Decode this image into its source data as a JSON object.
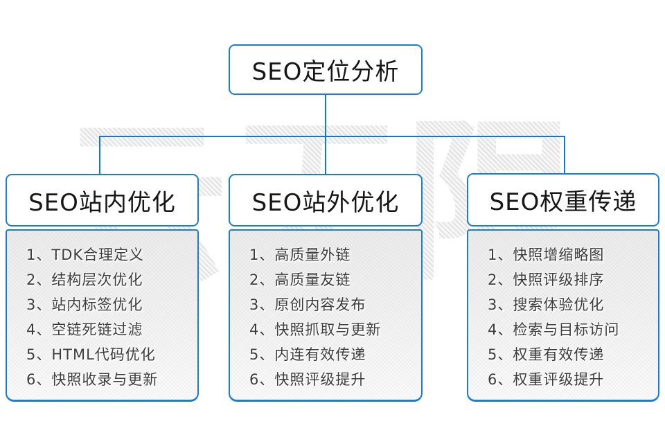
{
  "diagram": {
    "watermark": "云无限",
    "root": {
      "title": "SEO定位分析"
    },
    "branches": [
      {
        "title": "SEO站内优化",
        "items": [
          "1、TDK合理定义",
          "2、结构层次优化",
          "3、站内标签优化",
          "4、空链死链过滤",
          "5、HTML代码优化",
          "6、快照收录与更新"
        ]
      },
      {
        "title": "SEO站外优化",
        "items": [
          "1、高质量外链",
          "2、高质量友链",
          "3、原创内容发布",
          "4、快照抓取与更新",
          "5、内连有效传递",
          "6、快照评级提升"
        ]
      },
      {
        "title": "SEO权重传递",
        "items": [
          "1、快照增缩略图",
          "2、快照评级排序",
          "3、搜索体验优化",
          "4、检索与目标访问",
          "5、权重有效传递",
          "6、权重评级提升"
        ]
      }
    ],
    "colors": {
      "accent_blue": "#1677c8",
      "box_border_blue": "#1b7cd3",
      "title_text": "#161616",
      "list_text": "#3c3c3c",
      "watermark_gray": "#ebebeb"
    }
  }
}
